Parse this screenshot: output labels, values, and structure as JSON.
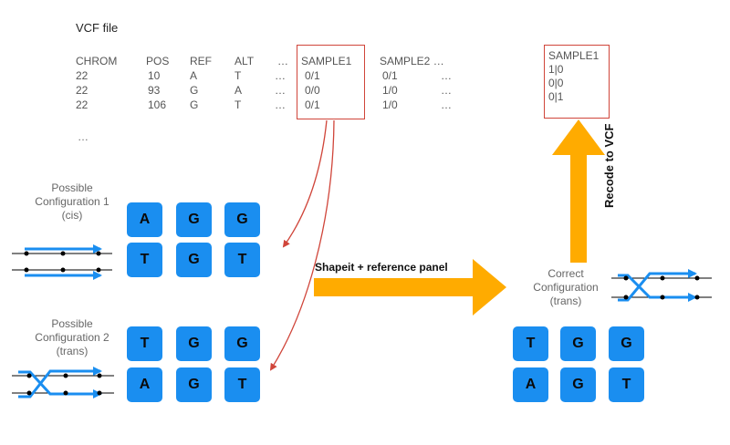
{
  "vcf": {
    "title": "VCF file",
    "headers": [
      "CHROM",
      "POS",
      "REF",
      "ALT",
      "…",
      "SAMPLE1",
      "SAMPLE2 …"
    ],
    "rows": [
      [
        "22",
        "10",
        "A",
        "T",
        "…",
        "0/1",
        "0/1",
        "…"
      ],
      [
        "22",
        "93",
        "G",
        "A",
        "…",
        "0/0",
        "1/0",
        "…"
      ],
      [
        "22",
        "106",
        "G",
        "T",
        "…",
        "0/1",
        "1/0",
        "…"
      ]
    ],
    "more": "…"
  },
  "result": {
    "header": "SAMPLE1",
    "values": [
      "1|0",
      "0|0",
      "0|1"
    ]
  },
  "config1": {
    "label_line1": "Possible",
    "label_line2": "Configuration 1",
    "label_line3": "(cis)",
    "top_row": [
      "A",
      "G",
      "G"
    ],
    "bottom_row": [
      "T",
      "G",
      "T"
    ]
  },
  "config2": {
    "label_line1": "Possible",
    "label_line2": "Configuration 2",
    "label_line3": "(trans)",
    "top_row": [
      "T",
      "G",
      "G"
    ],
    "bottom_row": [
      "A",
      "G",
      "T"
    ]
  },
  "correct": {
    "label_line1": "Correct",
    "label_line2": "Configuration",
    "label_line3": "(trans)",
    "top_row": [
      "T",
      "G",
      "G"
    ],
    "bottom_row": [
      "A",
      "G",
      "T"
    ]
  },
  "arrows": {
    "shapeit_label": "Shapeit + reference panel",
    "recode_label": "Recode to VCF"
  },
  "colors": {
    "nucleotide_box": "#1a8ef0",
    "big_arrow": "#ffab00",
    "highlight_box": "#d0453a",
    "haplotype_arrow": "#1a8ef0"
  }
}
